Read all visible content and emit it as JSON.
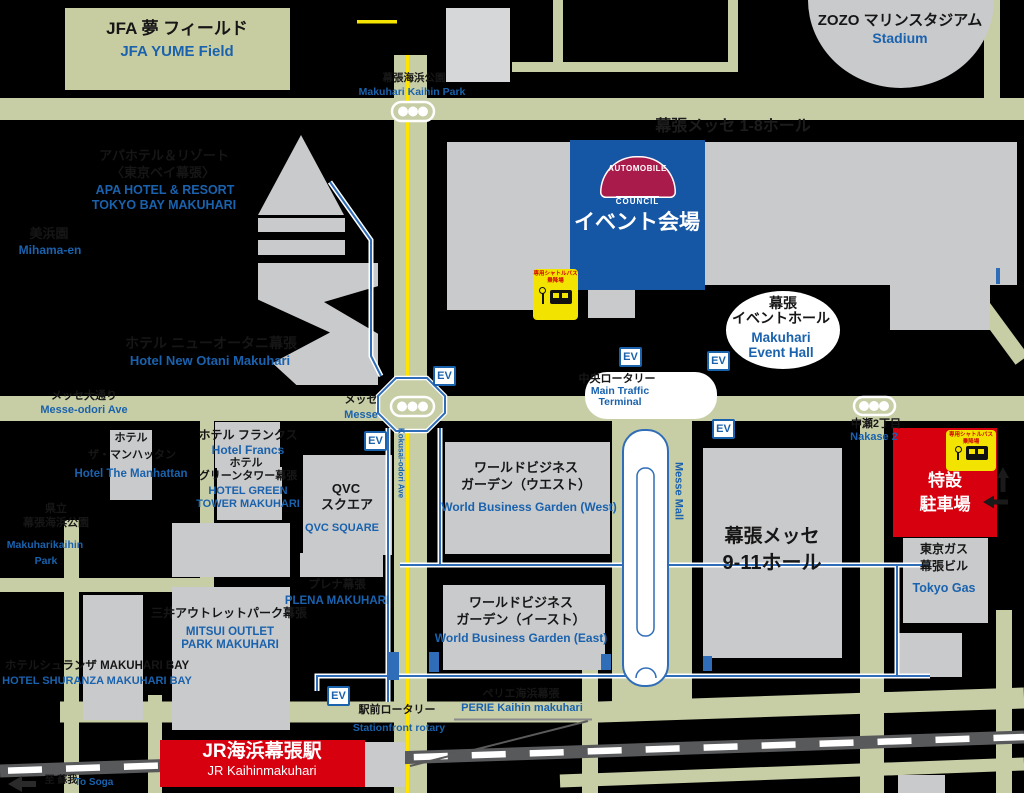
{
  "colors": {
    "road": "#c7cda5",
    "building_gray": "#c9cacc",
    "event_blue": "#1556a5",
    "accent_red": "#d7000f",
    "sign_yellow": "#f3e300",
    "label_blue": "#1a62ad",
    "logo_crimson": "#a81b4b",
    "rail_gray": "#58595b",
    "road_centerline_yellow": "#ffe400"
  },
  "markers": {
    "ev": "EV"
  },
  "labels": {
    "jfa": {
      "jp": "JFA 夢 フィールド",
      "en": "JFA YUME Field"
    },
    "zozo": {
      "jp": "ZOZO マリンスタジアム",
      "en": "Stadium"
    },
    "kaihin_park": {
      "jp": "幕張海浜公園",
      "en": "Makuhari Kaihin Park"
    },
    "apa": {
      "jp1": "アパホテル＆リゾート",
      "jp2": "〈東京ベイ幕張〉",
      "en1": "APA HOTEL & RESORT",
      "en2": "TOKYO BAY MAKUHARI"
    },
    "mihama_en": {
      "jp": "美浜園",
      "en": "Mihama-en"
    },
    "messe_hall_1_8": {
      "jp": "幕張メッセ 1-8ホール"
    },
    "event_site": {
      "jp": "イベント会場"
    },
    "logo": {
      "line1": "AUTOMOBILE",
      "line2": "COUNCIL"
    },
    "makuhari_event_hall": {
      "jp1": "幕張",
      "jp2": "イベントホール",
      "en1": "Makuhari",
      "en2": "Event Hall"
    },
    "new_otani": {
      "jp": "ホテル ニューオータニ幕張",
      "en": "Hotel New Otani Makuhari"
    },
    "messe_odori_ave": {
      "jp": "メッセ大通り",
      "en": "Messe-odori Ave"
    },
    "messe_crossing": {
      "jp": "メッセ",
      "en": "Messe"
    },
    "nakase_2": {
      "jp": "中瀬2丁目",
      "en": "Nakase 2"
    },
    "main_traffic_terminal": {
      "jp": "中央ロータリー",
      "en1": "Main Traffic",
      "en2": "Terminal"
    },
    "hotel_francs": {
      "jp": "ホテル フランクス",
      "en": "Hotel Francs"
    },
    "green_tower": {
      "jp1": "ホテル",
      "jp2": "グリーンタワー幕張",
      "en1": "HOTEL GREEN",
      "en2": "TOWER MAKUHARI"
    },
    "manhattan": {
      "jp1": "ホテル",
      "jp2": "ザ・マンハッタン",
      "en": "Hotel The Manhattan"
    },
    "qvc": {
      "jp1": "QVC",
      "jp2": "スクエア",
      "en": "QVC SQUARE"
    },
    "wbg_west": {
      "jp1": "ワールドビジネス",
      "jp2": "ガーデン（ウエスト）",
      "en": "World Business Garden (West)"
    },
    "wbg_east": {
      "jp1": "ワールドビジネス",
      "jp2": "ガーデン（イースト）",
      "en": "World Business Garden (East)"
    },
    "messe_mall": {
      "en": "Messe Mall"
    },
    "street_vertical": {
      "en": "Kokusai-odori Ave"
    },
    "hall_9_11": {
      "jp1": "幕張メッセ",
      "jp2": "9-11ホール"
    },
    "parking": {
      "jp1": "特設",
      "jp2": "駐車場"
    },
    "shuttle_stop": {
      "jp1": "専用シャトルバス",
      "jp2": "乗降場"
    },
    "tokyo_gas": {
      "jp1": "東京ガス",
      "jp2": "幕張ビル",
      "en": "Tokyo Gas"
    },
    "mitsui": {
      "jp": "三井アウトレットパーク幕張",
      "en1": "MITSUI OUTLET",
      "en2": "PARK MAKUHARI"
    },
    "plena": {
      "jp": "プレナ幕張",
      "en": "PLENA MAKUHARI"
    },
    "kenritsu_park": {
      "jp1": "県立",
      "jp2": "幕張海浜公園",
      "en1": "Makuharikaihin",
      "en2": "Park"
    },
    "shuranza": {
      "jp": "ホテルシュランザ MAKUHARI BAY",
      "en": "HOTEL SHURANZA MAKUHARI BAY"
    },
    "station": {
      "jp": "JR海浜幕張駅",
      "en": "JR Kaihinmakuhari"
    },
    "rotary": {
      "jp": "駅前ロータリー",
      "en": "Stationfront rotary"
    },
    "perie": {
      "jp": "ペリエ海浜幕張",
      "en": "PERIE Kaihin makuhari"
    },
    "to_soga": {
      "jp": "至 蘇我",
      "en": "To Soga"
    }
  }
}
